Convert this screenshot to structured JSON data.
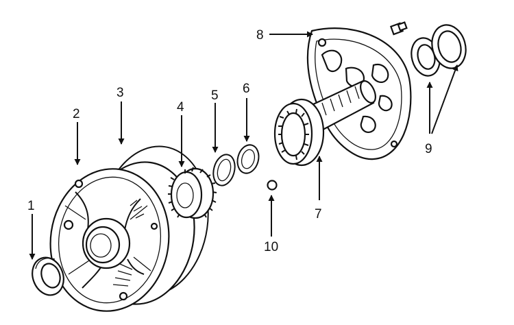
{
  "diagram": {
    "callouts": [
      {
        "id": "1",
        "text": "1"
      },
      {
        "id": "2",
        "text": "2"
      },
      {
        "id": "3",
        "text": "3"
      },
      {
        "id": "4",
        "text": "4"
      },
      {
        "id": "5",
        "text": "5"
      },
      {
        "id": "6",
        "text": "6"
      },
      {
        "id": "7",
        "text": "7"
      },
      {
        "id": "8",
        "text": "8"
      },
      {
        "id": "9",
        "text": "9"
      },
      {
        "id": "10",
        "text": "10"
      }
    ]
  }
}
